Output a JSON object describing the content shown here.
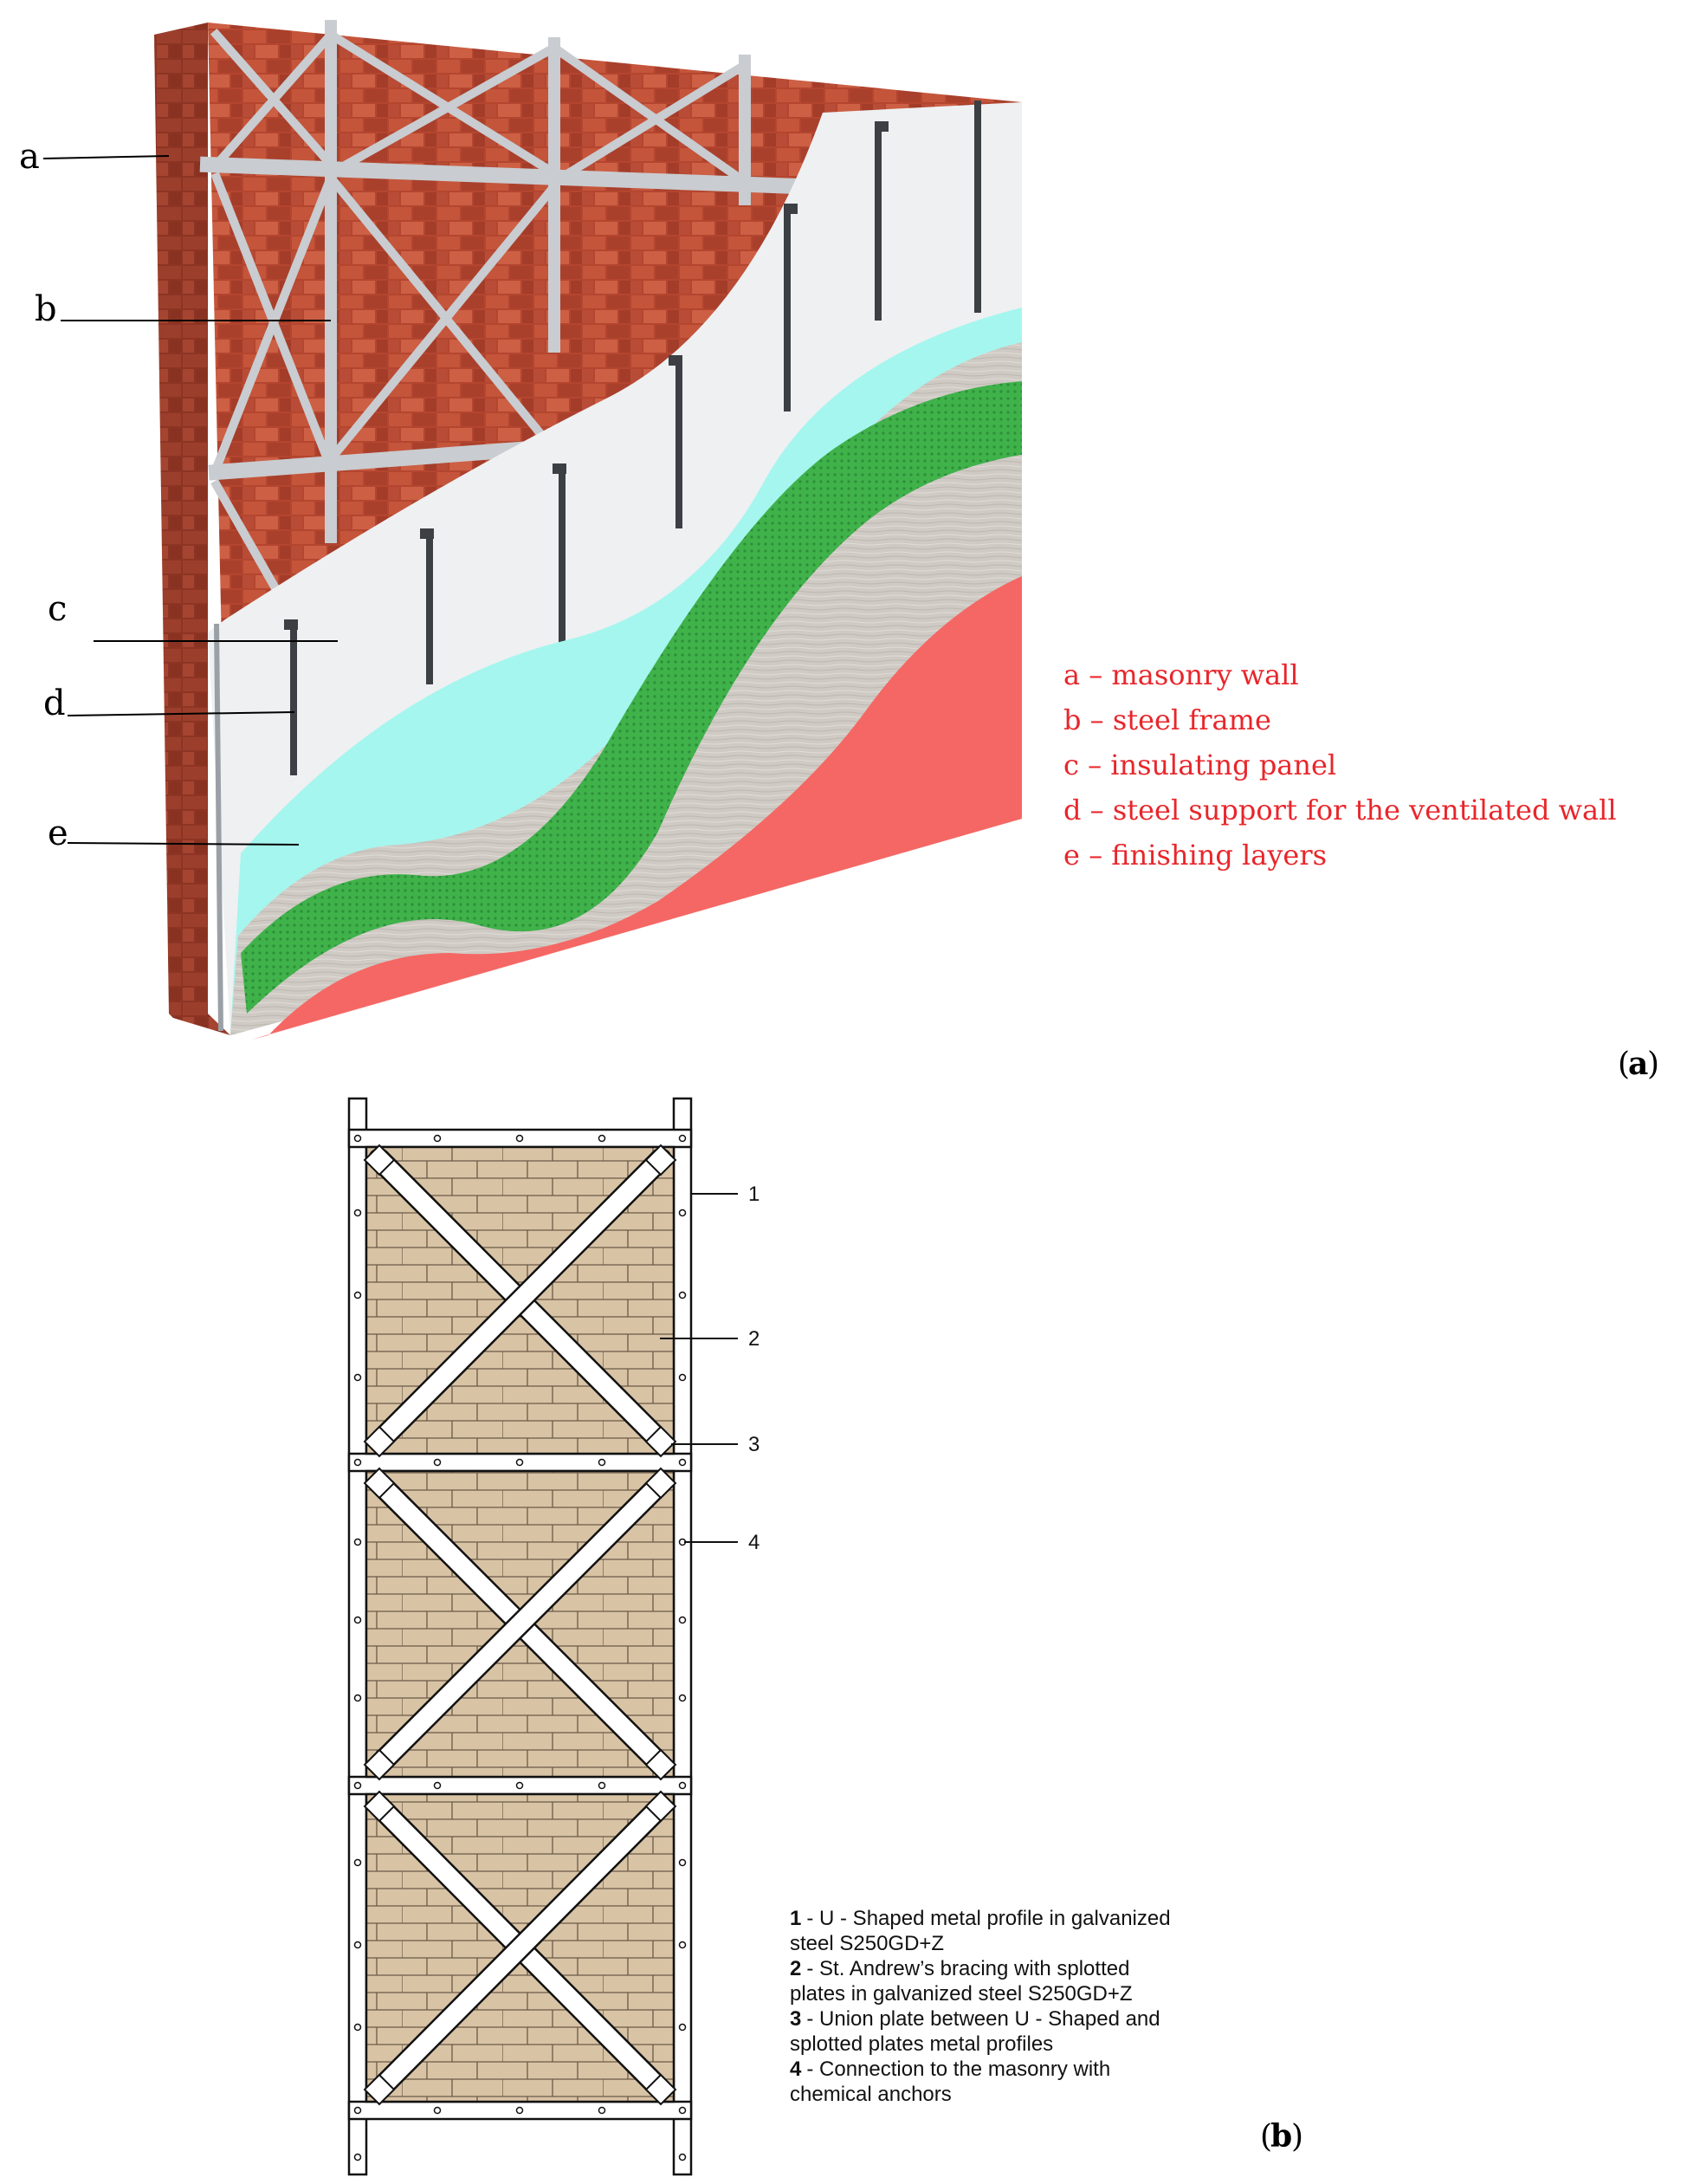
{
  "panel_a": {
    "panel_label": "a",
    "callouts": [
      "a",
      "b",
      "c",
      "d",
      "e"
    ],
    "legend": [
      "a – masonry wall",
      "b – steel frame",
      "c – insulating panel",
      "d – steel support for the ventilated wall",
      "e – finishing layers"
    ],
    "legend_color": "#e8262b"
  },
  "panel_b": {
    "panel_label": "b",
    "callouts": [
      "1",
      "2",
      "3",
      "4"
    ],
    "legend": [
      {
        "num": "1",
        "lines": [
          "- U - Shaped metal profile in galvanized",
          "steel S250GD+Z"
        ]
      },
      {
        "num": "2",
        "lines": [
          "- St. Andrew’s bracing with splotted",
          "plates in galvanized steel S250GD+Z"
        ]
      },
      {
        "num": "3",
        "lines": [
          "- Union plate between U - Shaped and",
          "splotted plates metal profiles"
        ]
      },
      {
        "num": "4",
        "lines": [
          "- Connection to the masonry with",
          "chemical anchors"
        ]
      }
    ]
  },
  "colors": {
    "brick": "#b94a35",
    "insulation_white": "#eef0f2",
    "aqua_layer": "#a5f6ee",
    "mortar_grey": "#cfcac4",
    "mesh_green": "#3fb24a",
    "red_finish": "#f56764",
    "steel": "#c9ccd0",
    "masonry_tan": "#d8c3a5"
  }
}
